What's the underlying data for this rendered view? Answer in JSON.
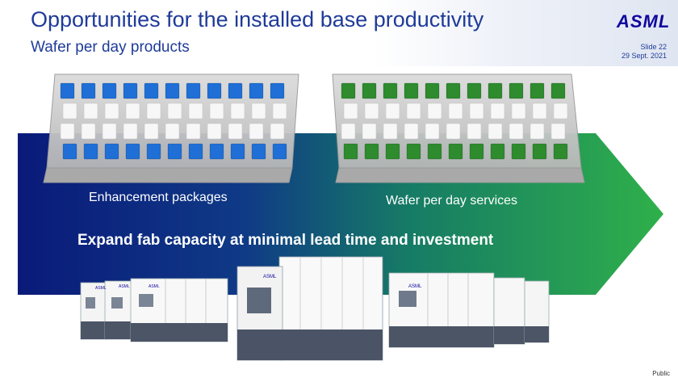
{
  "header": {
    "title": "Opportunities for the installed base productivity",
    "subtitle": "Wafer per day products",
    "logo_text": "ASML",
    "slide_number": "Slide 22",
    "date": "29 Sept. 2021"
  },
  "diagram": {
    "left_label": "Enhancement packages",
    "right_label": "Wafer per day services",
    "headline": "Expand fab capacity at minimal lead time and investment",
    "left_color": "#1f6fd6",
    "right_color": "#2e8b2e",
    "arrow_gradient": [
      "#0a1a7a",
      "#114c8a",
      "#1c8a55",
      "#2fb04a"
    ]
  },
  "machines": {
    "brand_text": "ASML"
  },
  "footer": {
    "classification": "Public"
  },
  "colors": {
    "brand": "#10069f",
    "title": "#1f3b99"
  }
}
